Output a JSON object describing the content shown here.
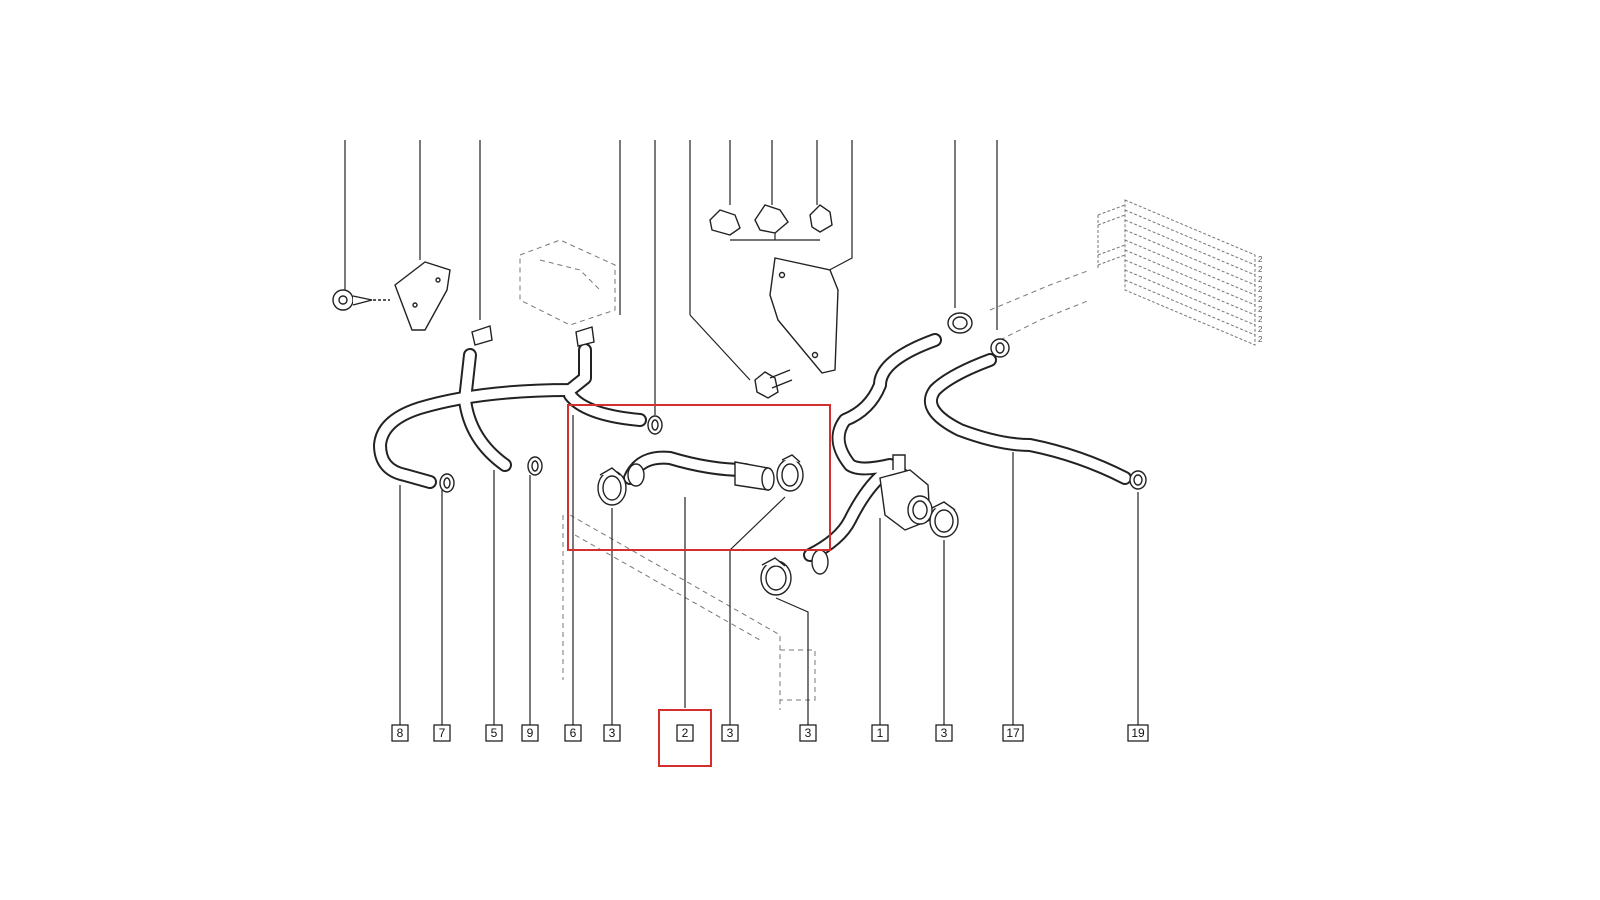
{
  "colors": {
    "line": "#222222",
    "dashed": "#777777",
    "highlight": "#d32f2f",
    "background": "#ffffff"
  },
  "callouts": [
    {
      "id": "c8",
      "label": "8"
    },
    {
      "id": "c7",
      "label": "7"
    },
    {
      "id": "c5",
      "label": "5"
    },
    {
      "id": "c9",
      "label": "9"
    },
    {
      "id": "c6",
      "label": "6"
    },
    {
      "id": "c3a",
      "label": "3"
    },
    {
      "id": "c2",
      "label": "2",
      "highlighted": true
    },
    {
      "id": "c3b",
      "label": "3"
    },
    {
      "id": "c3c",
      "label": "3"
    },
    {
      "id": "c1",
      "label": "1"
    },
    {
      "id": "c3d",
      "label": "3"
    },
    {
      "id": "c17",
      "label": "17"
    },
    {
      "id": "c19",
      "label": "19"
    }
  ],
  "radiator_marks": [
    "2",
    "2",
    "2",
    "2",
    "2",
    "2",
    "2",
    "2",
    "2"
  ]
}
